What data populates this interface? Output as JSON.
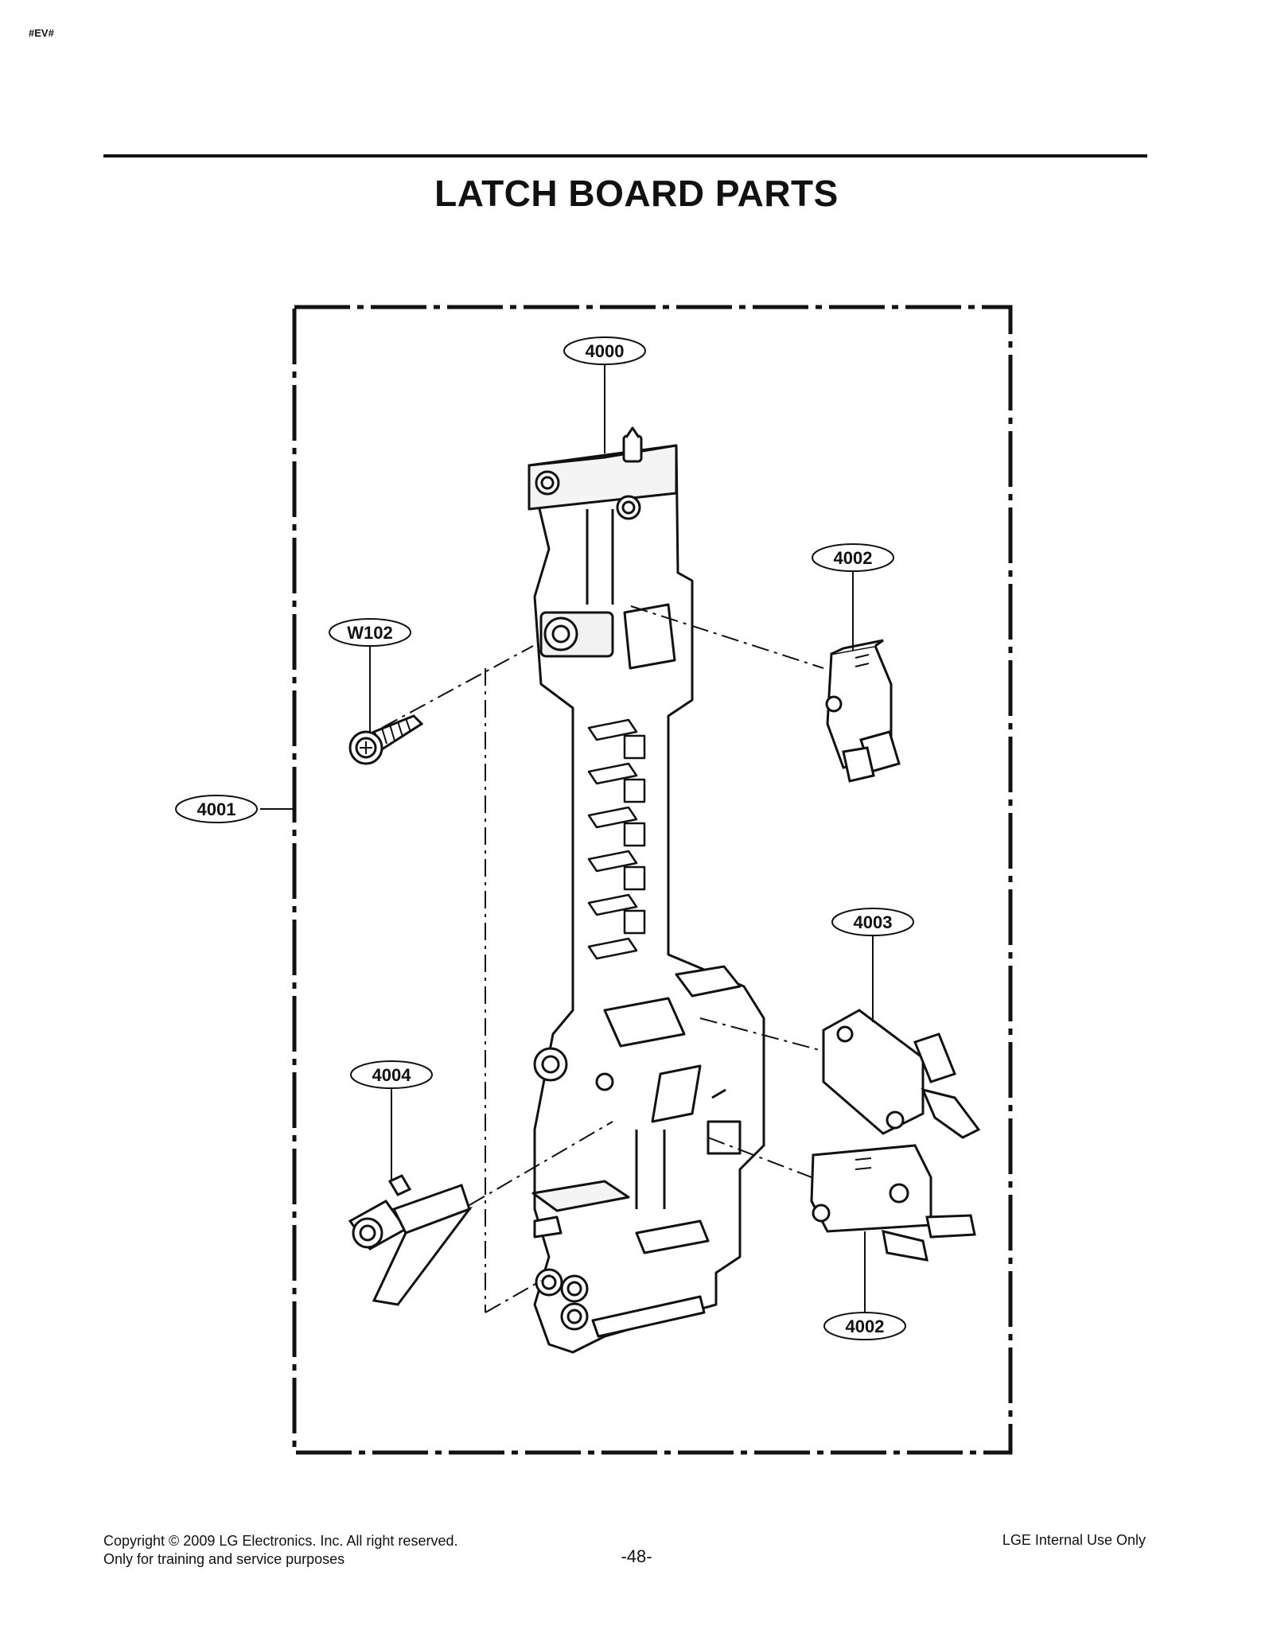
{
  "header": {
    "code": "#EV#",
    "title": "LATCH BOARD PARTS"
  },
  "callouts": [
    {
      "id": "c4000",
      "label": "4000"
    },
    {
      "id": "c4002a",
      "label": "4002"
    },
    {
      "id": "cW102",
      "label": "W102"
    },
    {
      "id": "c4001",
      "label": "4001"
    },
    {
      "id": "c4003",
      "label": "4003"
    },
    {
      "id": "c4004",
      "label": "4004"
    },
    {
      "id": "c4002b",
      "label": "4002"
    }
  ],
  "footer": {
    "copyright": "Copyright © 2009 LG Electronics. Inc. All right reserved.",
    "purpose": "Only for training and service purposes",
    "page_number": "-48-",
    "usage": "LGE Internal Use Only"
  }
}
